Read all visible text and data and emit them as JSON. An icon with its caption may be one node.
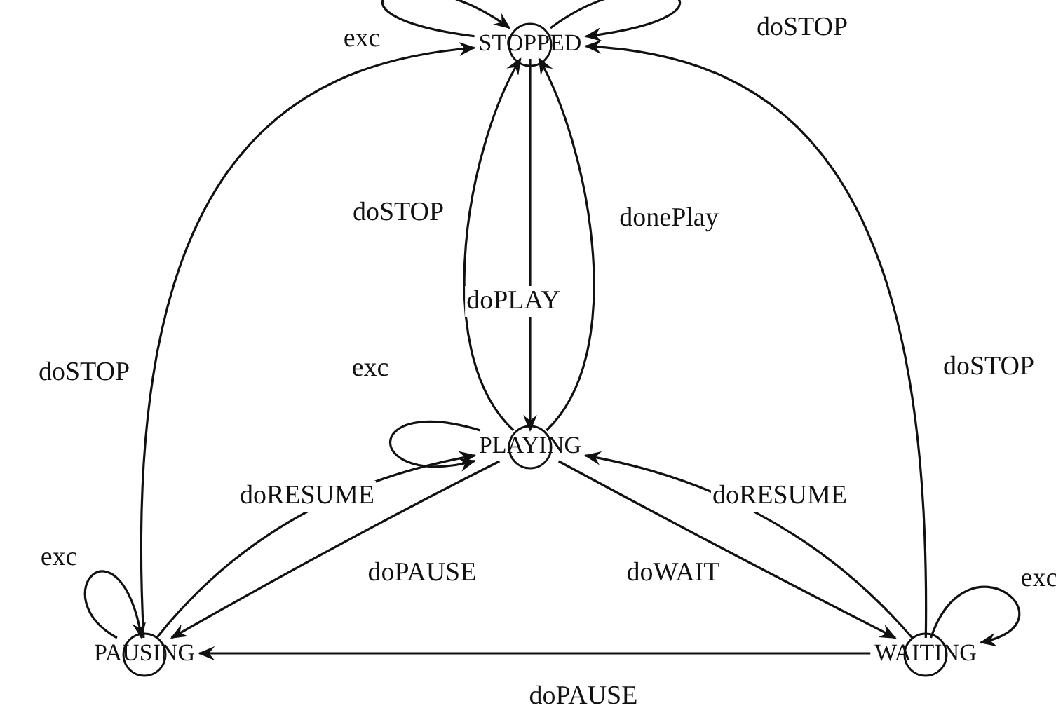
{
  "diagram": {
    "nodes": [
      {
        "text": [
          "STOPPED"
        ]
      },
      {
        "text": [
          "PLAYING"
        ]
      },
      {
        "text": [
          "PAUSING"
        ]
      },
      {
        "text": [
          "WAITING"
        ]
      }
    ],
    "edges": [
      {
        "from": 0,
        "to": 0,
        "arrow": "to",
        "label": "exc"
      },
      {
        "from": 0,
        "to": 0,
        "arrow": "to",
        "label": "doSTOP"
      },
      {
        "from": 1,
        "to": 0,
        "arrow": "to",
        "label": "doSTOP"
      },
      {
        "from": 0,
        "to": 1,
        "arrow": "to",
        "label": "doPLAY"
      },
      {
        "from": 1,
        "to": 0,
        "arrow": "to",
        "label": "donePlay"
      },
      {
        "from": 1,
        "to": 1,
        "arrow": "to",
        "label": "exc"
      },
      {
        "from": 2,
        "to": 0,
        "arrow": "to",
        "label": "doSTOP"
      },
      {
        "from": 3,
        "to": 0,
        "arrow": "to",
        "label": "doSTOP"
      },
      {
        "from": 2,
        "to": 1,
        "arrow": "to",
        "label": "doRESUME"
      },
      {
        "from": 1,
        "to": 2,
        "arrow": "to",
        "label": "doPAUSE"
      },
      {
        "from": 1,
        "to": 3,
        "arrow": "to",
        "label": "doWAIT"
      },
      {
        "from": 3,
        "to": 1,
        "arrow": "to",
        "label": "doRESUME"
      },
      {
        "from": 2,
        "to": 2,
        "arrow": "to",
        "label": "exc"
      },
      {
        "from": 3,
        "to": 3,
        "arrow": "to",
        "label": "exc"
      },
      {
        "from": 3,
        "to": 2,
        "arrow": "to",
        "label": "doPAUSE"
      }
    ]
  }
}
